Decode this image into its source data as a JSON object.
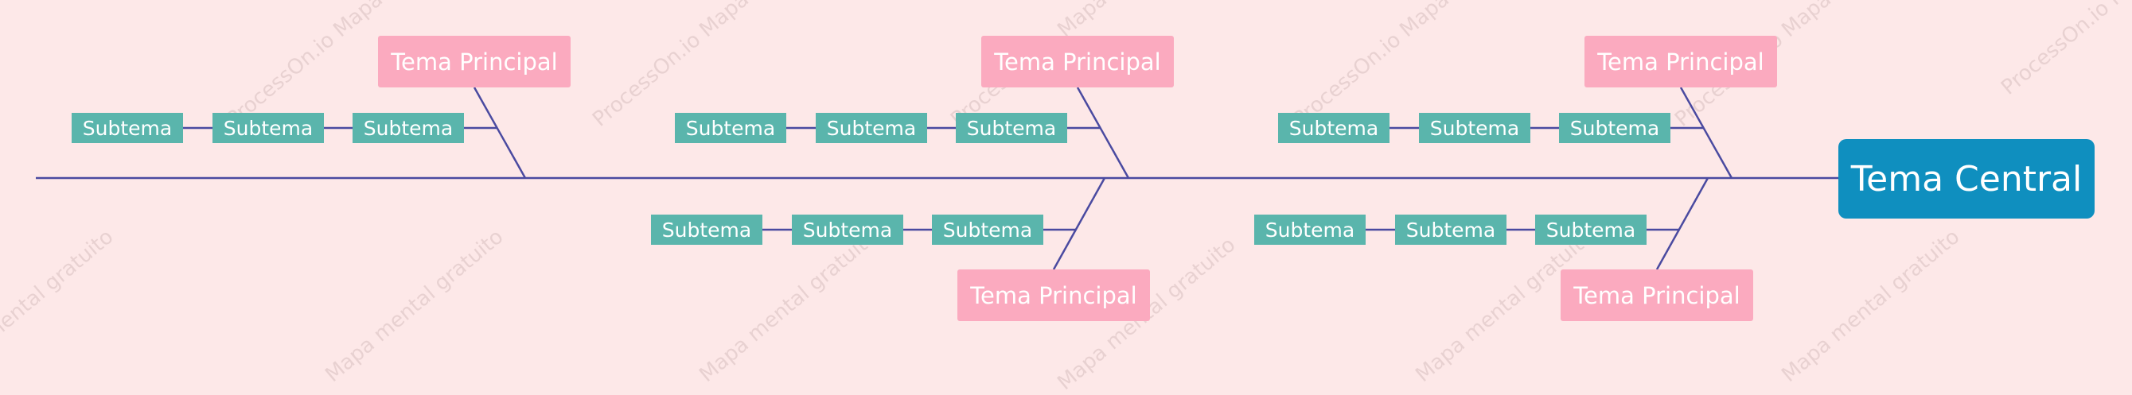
{
  "central": {
    "label": "Tema Central"
  },
  "main_topic_label": "Tema Principal",
  "subtopic_label": "Subtema",
  "watermark": {
    "line1": "ProcessOn.io Mapa",
    "line2": "Mapa mental gratuito"
  },
  "colors": {
    "background": "#fde8e8",
    "spine": "#4a4aa0",
    "central": "#0f8fbf",
    "main_topic": "#fbaabf",
    "subtopic": "#5ab5ac",
    "text": "#ffffff"
  },
  "branches": [
    {
      "main": "Tema Principal",
      "subs": [
        "Subtema",
        "Subtema",
        "Subtema"
      ]
    },
    {
      "main": "Tema Principal",
      "subs": [
        "Subtema",
        "Subtema",
        "Subtema"
      ]
    },
    {
      "main": "Tema Principal",
      "subs": [
        "Subtema",
        "Subtema",
        "Subtema"
      ]
    },
    {
      "main": "Tema Principal",
      "subs": [
        "Subtema",
        "Subtema",
        "Subtema"
      ]
    },
    {
      "main": "Tema Principal",
      "subs": [
        "Subtema",
        "Subtema",
        "Subtema"
      ]
    }
  ]
}
